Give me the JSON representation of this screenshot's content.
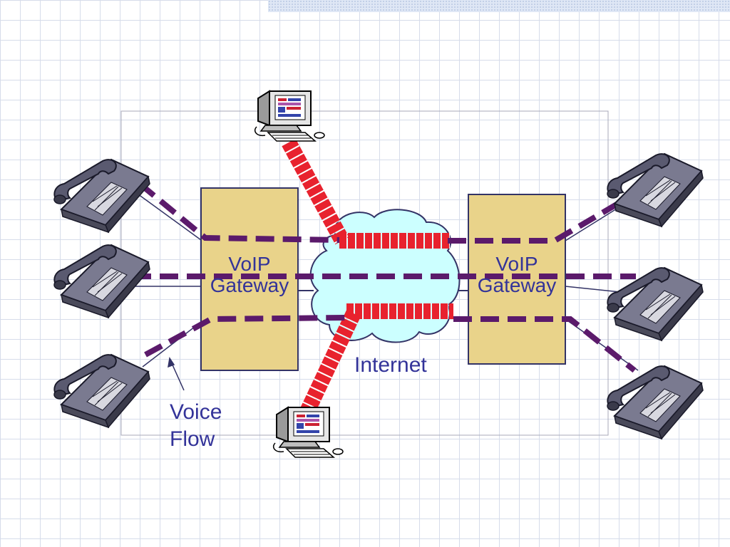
{
  "gateways": {
    "left": {
      "line1": "VoIP",
      "line2": "Gateway"
    },
    "right": {
      "line1": "VoIP",
      "line2": "Gateway"
    }
  },
  "cloud": {
    "label": "Internet"
  },
  "annotation": {
    "line1": "Voice",
    "line2": "Flow"
  },
  "colors": {
    "label_text": "#333399",
    "gateway_fill": "#e9d38a",
    "gateway_border": "#333366",
    "cloud_fill": "#ccffff",
    "cloud_border": "#333366",
    "voice_dash": "#5b1a6b",
    "data_packet": "#e8222e",
    "phone_body": "#6b6b80",
    "grid": "#d6dcea"
  },
  "icons": {
    "phones": [
      "desk-phone-icon",
      "desk-phone-icon",
      "desk-phone-icon",
      "desk-phone-icon",
      "desk-phone-icon",
      "desk-phone-icon"
    ],
    "computers": [
      "desktop-computer-icon",
      "desktop-computer-icon"
    ]
  }
}
